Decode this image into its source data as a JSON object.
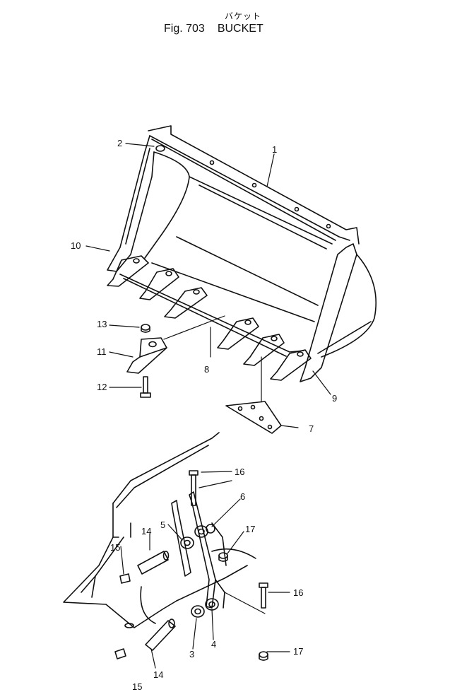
{
  "title": {
    "japanese": "バケット",
    "figure": "Fig. 703",
    "name": "BUCKET"
  },
  "callouts": [
    {
      "id": "c1",
      "text": "1"
    },
    {
      "id": "c2",
      "text": "2"
    },
    {
      "id": "c3",
      "text": "3"
    },
    {
      "id": "c4",
      "text": "4"
    },
    {
      "id": "c5",
      "text": "5"
    },
    {
      "id": "c6",
      "text": "6"
    },
    {
      "id": "c7",
      "text": "7"
    },
    {
      "id": "c8",
      "text": "8"
    },
    {
      "id": "c9",
      "text": "9"
    },
    {
      "id": "c10",
      "text": "10"
    },
    {
      "id": "c11",
      "text": "11"
    },
    {
      "id": "c12",
      "text": "12"
    },
    {
      "id": "c13",
      "text": "13"
    },
    {
      "id": "c14a",
      "text": "14"
    },
    {
      "id": "c14b",
      "text": "14"
    },
    {
      "id": "c15a",
      "text": "15"
    },
    {
      "id": "c15b",
      "text": "15"
    },
    {
      "id": "c16a",
      "text": "16"
    },
    {
      "id": "c16b",
      "text": "16"
    },
    {
      "id": "c17a",
      "text": "17"
    },
    {
      "id": "c17b",
      "text": "17"
    }
  ]
}
